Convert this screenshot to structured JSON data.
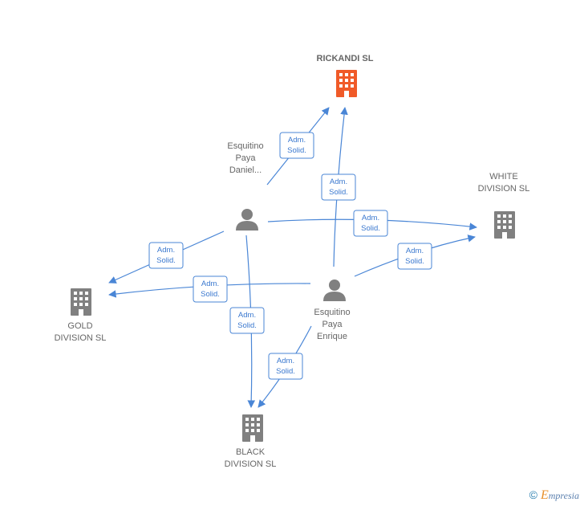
{
  "colors": {
    "edge": "#4a86d6",
    "building": "#808080",
    "building_main": "#f05a28",
    "person": "#808080",
    "label": "#666666"
  },
  "nodes": {
    "rickandi": {
      "lines": [
        "RICKANDI  SL"
      ],
      "icon": "building-icon",
      "highlight": true
    },
    "white": {
      "lines": [
        "WHITE",
        "DIVISION  SL"
      ],
      "icon": "building-icon"
    },
    "gold": {
      "lines": [
        "GOLD",
        "DIVISION  SL"
      ],
      "icon": "building-icon"
    },
    "black": {
      "lines": [
        "BLACK",
        "DIVISION  SL"
      ],
      "icon": "building-icon"
    },
    "daniel": {
      "lines": [
        "Esquitino",
        "Paya",
        "Daniel..."
      ],
      "icon": "person-icon"
    },
    "enrique": {
      "lines": [
        "Esquitino",
        "Paya",
        "Enrique"
      ],
      "icon": "person-icon"
    }
  },
  "edges": [
    {
      "from": "daniel",
      "to": "rickandi",
      "label": [
        "Adm.",
        "Solid."
      ]
    },
    {
      "from": "enrique",
      "to": "rickandi",
      "label": [
        "Adm.",
        "Solid."
      ]
    },
    {
      "from": "daniel",
      "to": "white",
      "label": [
        "Adm.",
        "Solid."
      ]
    },
    {
      "from": "enrique",
      "to": "white",
      "label": [
        "Adm.",
        "Solid."
      ]
    },
    {
      "from": "daniel",
      "to": "gold",
      "label": [
        "Adm.",
        "Solid."
      ]
    },
    {
      "from": "enrique",
      "to": "gold",
      "label": [
        "Adm.",
        "Solid."
      ]
    },
    {
      "from": "daniel",
      "to": "black",
      "label": [
        "Adm.",
        "Solid."
      ]
    },
    {
      "from": "enrique",
      "to": "black",
      "label": [
        "Adm.",
        "Solid."
      ]
    }
  ],
  "brand": {
    "copyright": "©",
    "first_letter": "E",
    "rest": "mpresia"
  }
}
